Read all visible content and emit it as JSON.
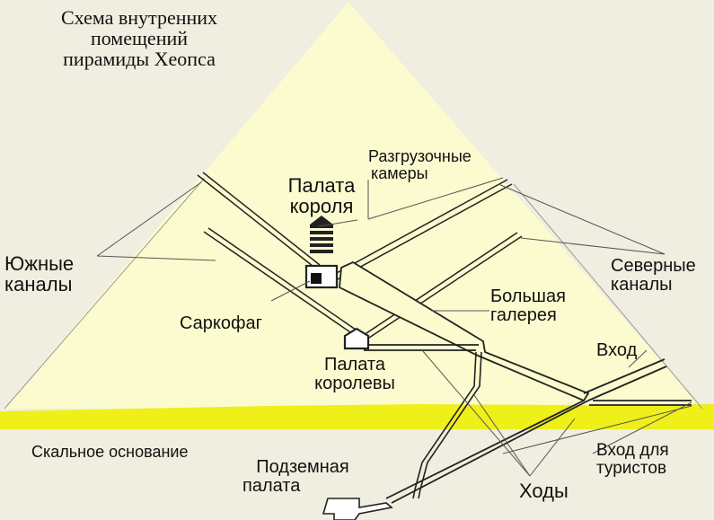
{
  "title": [
    "Схема внутренних",
    "помещений",
    "пирамиды Хеопса"
  ],
  "labels": {
    "relieving_chambers": [
      "Разгрузочные",
      "камеры"
    ],
    "kings_chamber": [
      "Палата",
      "короля"
    ],
    "southern_shafts": [
      "Южные",
      "каналы"
    ],
    "northern_shafts": [
      "Северные",
      "каналы"
    ],
    "sarcophagus": "Саркофаг",
    "grand_gallery": [
      "Большая",
      "галерея"
    ],
    "entrance": "Вход",
    "queens_chamber": [
      "Палата",
      "королевы"
    ],
    "bedrock": "Скальное основание",
    "tourist_entrance": [
      "Вход для",
      "туристов"
    ],
    "subterranean_chamber": [
      "Подземная",
      "палата"
    ],
    "passages": "Ходы"
  },
  "colors": {
    "background": "#efeee0",
    "pyramid_fill": "#fbfbcf",
    "ground_band": "#efef1a",
    "outline": "#222222",
    "leader": "#555555"
  }
}
